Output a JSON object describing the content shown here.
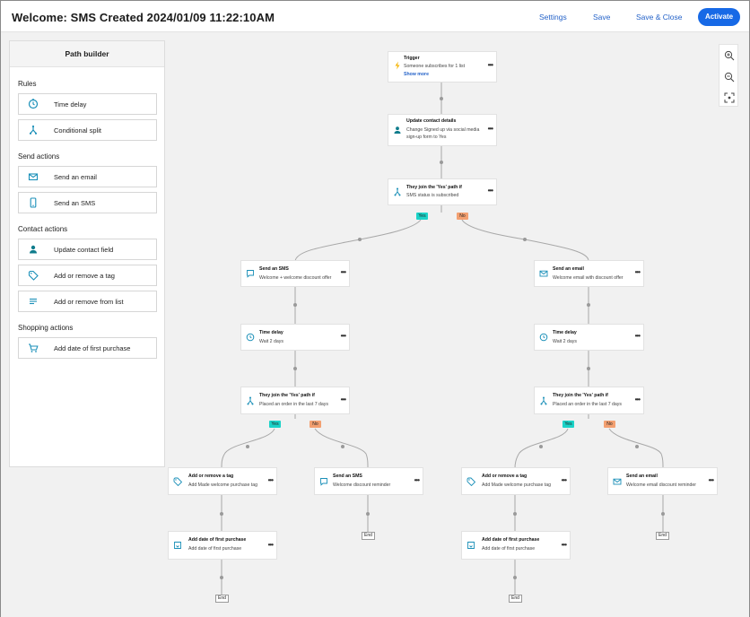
{
  "header": {
    "title": "Welcome: SMS Created 2024/01/09 11:22:10AM",
    "settings_label": "Settings",
    "save_label": "Save",
    "save_close_label": "Save & Close",
    "activate_label": "Activate"
  },
  "sidebar": {
    "title": "Path builder",
    "sections": {
      "rules": "Rules",
      "send_actions": "Send actions",
      "contact_actions": "Contact actions",
      "shopping_actions": "Shopping actions"
    },
    "items": {
      "time_delay": "Time delay",
      "conditional_split": "Conditional split",
      "send_email": "Send an email",
      "send_sms": "Send an SMS",
      "update_contact": "Update contact field",
      "add_remove_tag": "Add or remove a tag",
      "add_remove_list": "Add or remove from list",
      "add_date": "Add date of first purchase"
    }
  },
  "flow": {
    "trigger": {
      "title": "Trigger",
      "desc": "Someone subscribes for 1 list",
      "link": "Show more"
    },
    "update_contact": {
      "title": "Update contact details",
      "desc1": "Change Signed up via social media",
      "desc2": "sign-up form to Yes"
    },
    "split_main": {
      "title": "They join the 'Yes' path if",
      "desc": "SMS status is subscribed"
    },
    "left": {
      "send": {
        "title": "Send an SMS",
        "desc": "Welcome + welcome discount offer"
      },
      "delay": {
        "title": "Time delay",
        "desc": "Wait 2 days"
      },
      "split": {
        "title": "They join the 'Yes' path if",
        "desc": "Placed an order in the last 7 days"
      },
      "tag": {
        "title": "Add or remove a tag",
        "desc": "Add Made welcome purchase tag"
      },
      "date": {
        "title": "Add date of first purchase",
        "desc": "Add date of first purchase"
      },
      "no_send": {
        "title": "Send an SMS",
        "desc": "Welcome discount reminder"
      }
    },
    "right": {
      "send": {
        "title": "Send an email",
        "desc": "Welcome email with discount offer"
      },
      "delay": {
        "title": "Time delay",
        "desc": "Wait 2 days"
      },
      "split": {
        "title": "They join the 'Yes' path if",
        "desc": "Placed an order in the last 7 days"
      },
      "tag": {
        "title": "Add or remove a tag",
        "desc": "Add Made welcome purchase tag"
      },
      "date": {
        "title": "Add date of first purchase",
        "desc": "Add date of first purchase"
      },
      "no_send": {
        "title": "Send an email",
        "desc": "Welcome email discount reminder"
      }
    },
    "labels": {
      "yes": "Yes",
      "no": "No",
      "end": "End",
      "more": "•••"
    }
  },
  "colors": {
    "accent": "#1769e6",
    "link": "#2563c9",
    "yes": "#1bd3c8",
    "no": "#f3a071",
    "icon": "#1a8fb8",
    "trigger_icon": "#f5b400",
    "contact_icon": "#0f7c8c"
  },
  "icons": {
    "trigger": "bolt-icon",
    "contact": "person-icon",
    "split": "split-icon",
    "sms": "chat-icon",
    "email": "mail-icon",
    "delay": "clock-icon",
    "tag": "tag-icon",
    "date": "cart-calendar-icon",
    "zoom_in": "zoom-in-icon",
    "zoom_out": "zoom-out-icon",
    "fit": "fit-screen-icon"
  }
}
